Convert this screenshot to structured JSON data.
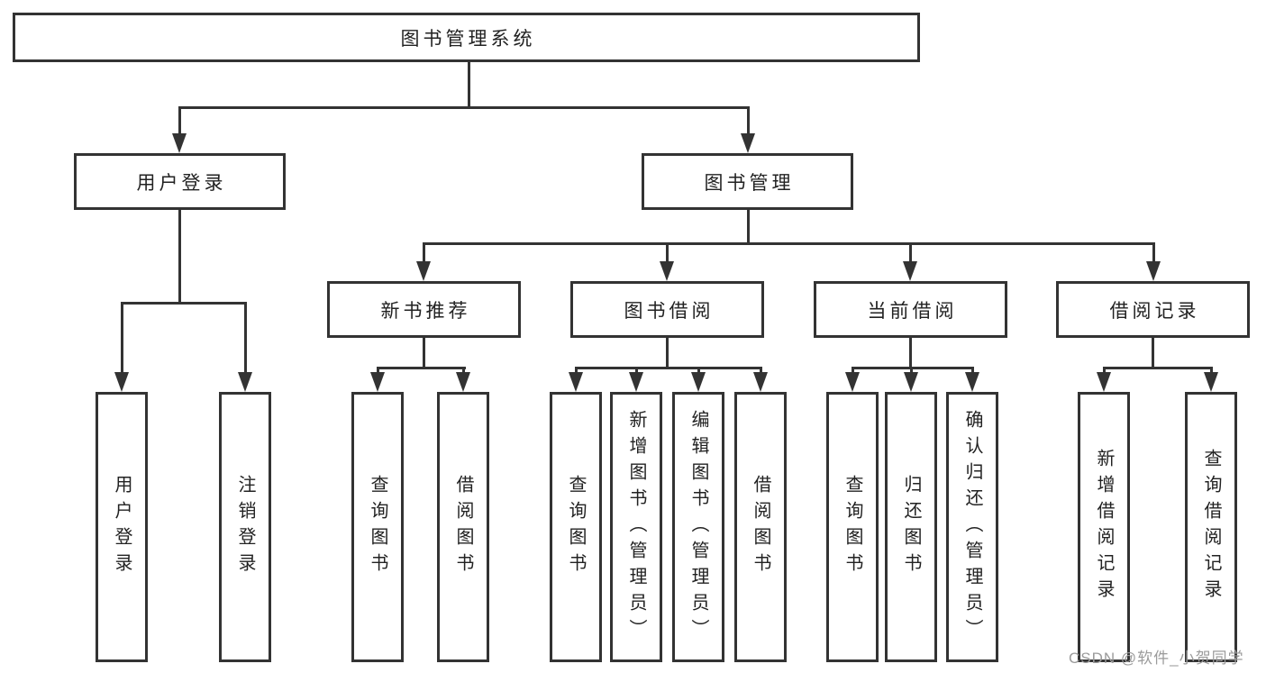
{
  "diagram": {
    "root": "图书管理系统",
    "level2": {
      "user_login": "用户登录",
      "book_management": "图书管理"
    },
    "level3": {
      "new_book_recommend": "新书推荐",
      "book_borrow": "图书借阅",
      "current_borrow": "当前借阅",
      "borrow_records": "借阅记录"
    },
    "leaves": {
      "user_login": [
        "用户登录",
        "注销登录"
      ],
      "new_book_recommend": [
        "查询图书",
        "借阅图书"
      ],
      "book_borrow": [
        "查询图书",
        "新增图书（管理员）",
        "编辑图书（管理员）",
        "借阅图书"
      ],
      "current_borrow": [
        "查询图书",
        "归还图书",
        "确认归还（管理员）"
      ],
      "borrow_records": [
        "新增借阅记录",
        "查询借阅记录"
      ]
    }
  },
  "watermark": "CSDN @软件_小贺同学",
  "colors": {
    "line": "#333333",
    "text": "#222222",
    "watermark": "#9b9b9b",
    "background": "#ffffff"
  }
}
